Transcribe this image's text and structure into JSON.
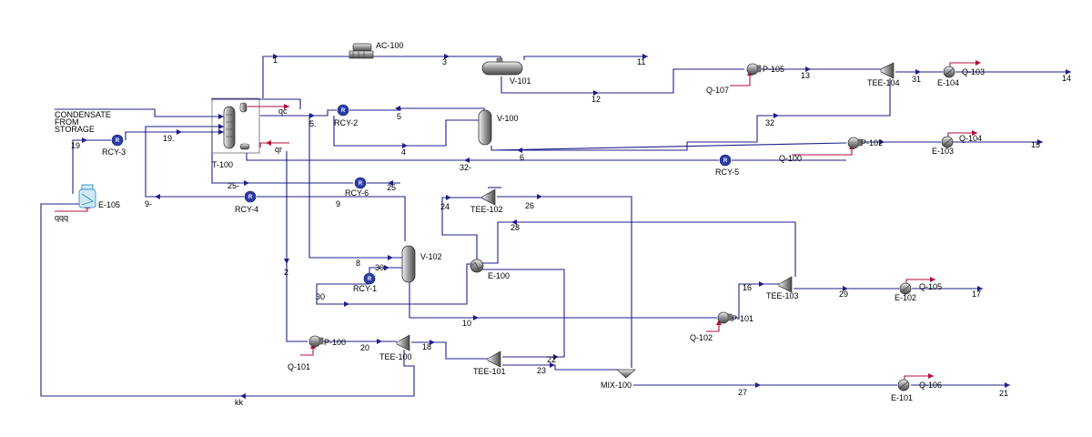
{
  "units": {
    "ac100": "AC-100",
    "v101": "V-101",
    "v100": "V-100",
    "v102": "V-102",
    "t100": "T-100",
    "p105": "P-105",
    "p102": "P-102",
    "p101": "P-101",
    "p100": "P-100",
    "tee104": "TEE-104",
    "tee102": "TEE-102",
    "tee103": "TEE-103",
    "tee101": "TEE-101",
    "tee100": "TEE-100",
    "e104": "E-104",
    "e103": "E-103",
    "e102": "E-102",
    "e101": "E-101",
    "e100": "E-100",
    "e105": "E-105",
    "mix100": "MIX-100",
    "rcy1": "RCY-1",
    "rcy2": "RCY-2",
    "rcy3": "RCY-3",
    "rcy4": "RCY-4",
    "rcy5": "RCY-5",
    "rcy6": "RCY-6"
  },
  "feed": [
    "CONDENSATE",
    "FROM",
    "STORAGE"
  ],
  "streams": {
    "s1": "1",
    "s2": "2",
    "s3": "3",
    "s4": "4",
    "s5": "5",
    "s5b": "5.",
    "s6": "6",
    "s8": "8",
    "s9": "9",
    "s9b": "9-",
    "s10": "10",
    "s11": "11",
    "s12": "12",
    "s13": "13",
    "s14": "14",
    "s15": "15",
    "s16": "16",
    "s17": "17",
    "s18": "18",
    "s19": "19",
    "s19b": "19.",
    "s20": "20",
    "s21": "21",
    "s22": "22",
    "s23": "23",
    "s24": "24",
    "s25": "25",
    "s25b": "25-",
    "s26": "26",
    "s27": "27",
    "s28": "28",
    "s29": "29",
    "s30": "30",
    "s30b": "30.",
    "s31": "31",
    "s32": "32",
    "s32b": "32-",
    "kk": "kk"
  },
  "energy": {
    "q100": "Q-100",
    "q101": "Q-101",
    "q102": "Q-102",
    "q103": "Q-103",
    "q104": "Q-104",
    "q105": "Q-105",
    "q106": "Q-106",
    "q107": "Q-107",
    "qc": "qc",
    "qr": "qr",
    "qqq": "qqq"
  },
  "colors": {
    "material_stream": "#1f1f8c",
    "energy_stream": "#b0103a",
    "recycle": "#2c3da8"
  }
}
